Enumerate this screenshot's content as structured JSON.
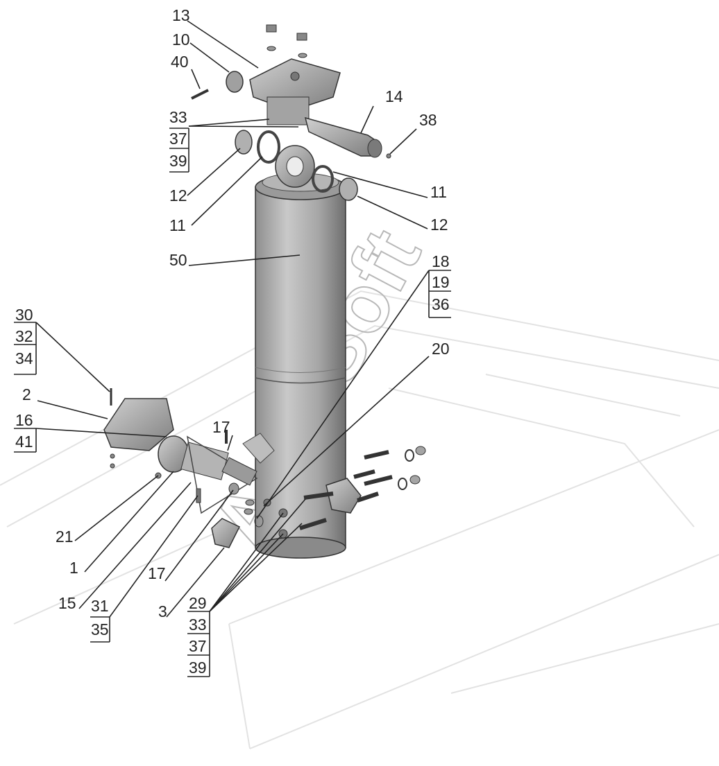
{
  "diagram": {
    "watermark": "AutoSoft",
    "callouts": {
      "c13": "13",
      "c10": "10",
      "c40": "40",
      "c14": "14",
      "c38": "38",
      "c33a": "33",
      "c37a": "37",
      "c39a": "39",
      "c12a": "12",
      "c11a": "11",
      "c11b": "11",
      "c12b": "12",
      "c50": "50",
      "c18": "18",
      "c19": "19",
      "c36": "36",
      "c20": "20",
      "c30": "30",
      "c32": "32",
      "c34": "34",
      "c2": "2",
      "c16": "16",
      "c41": "41",
      "c17a": "17",
      "c21": "21",
      "c1": "1",
      "c15": "15",
      "c31": "31",
      "c35": "35",
      "c17b": "17",
      "c3": "3",
      "c29": "29",
      "c33b": "33",
      "c37b": "37",
      "c39b": "39"
    }
  }
}
